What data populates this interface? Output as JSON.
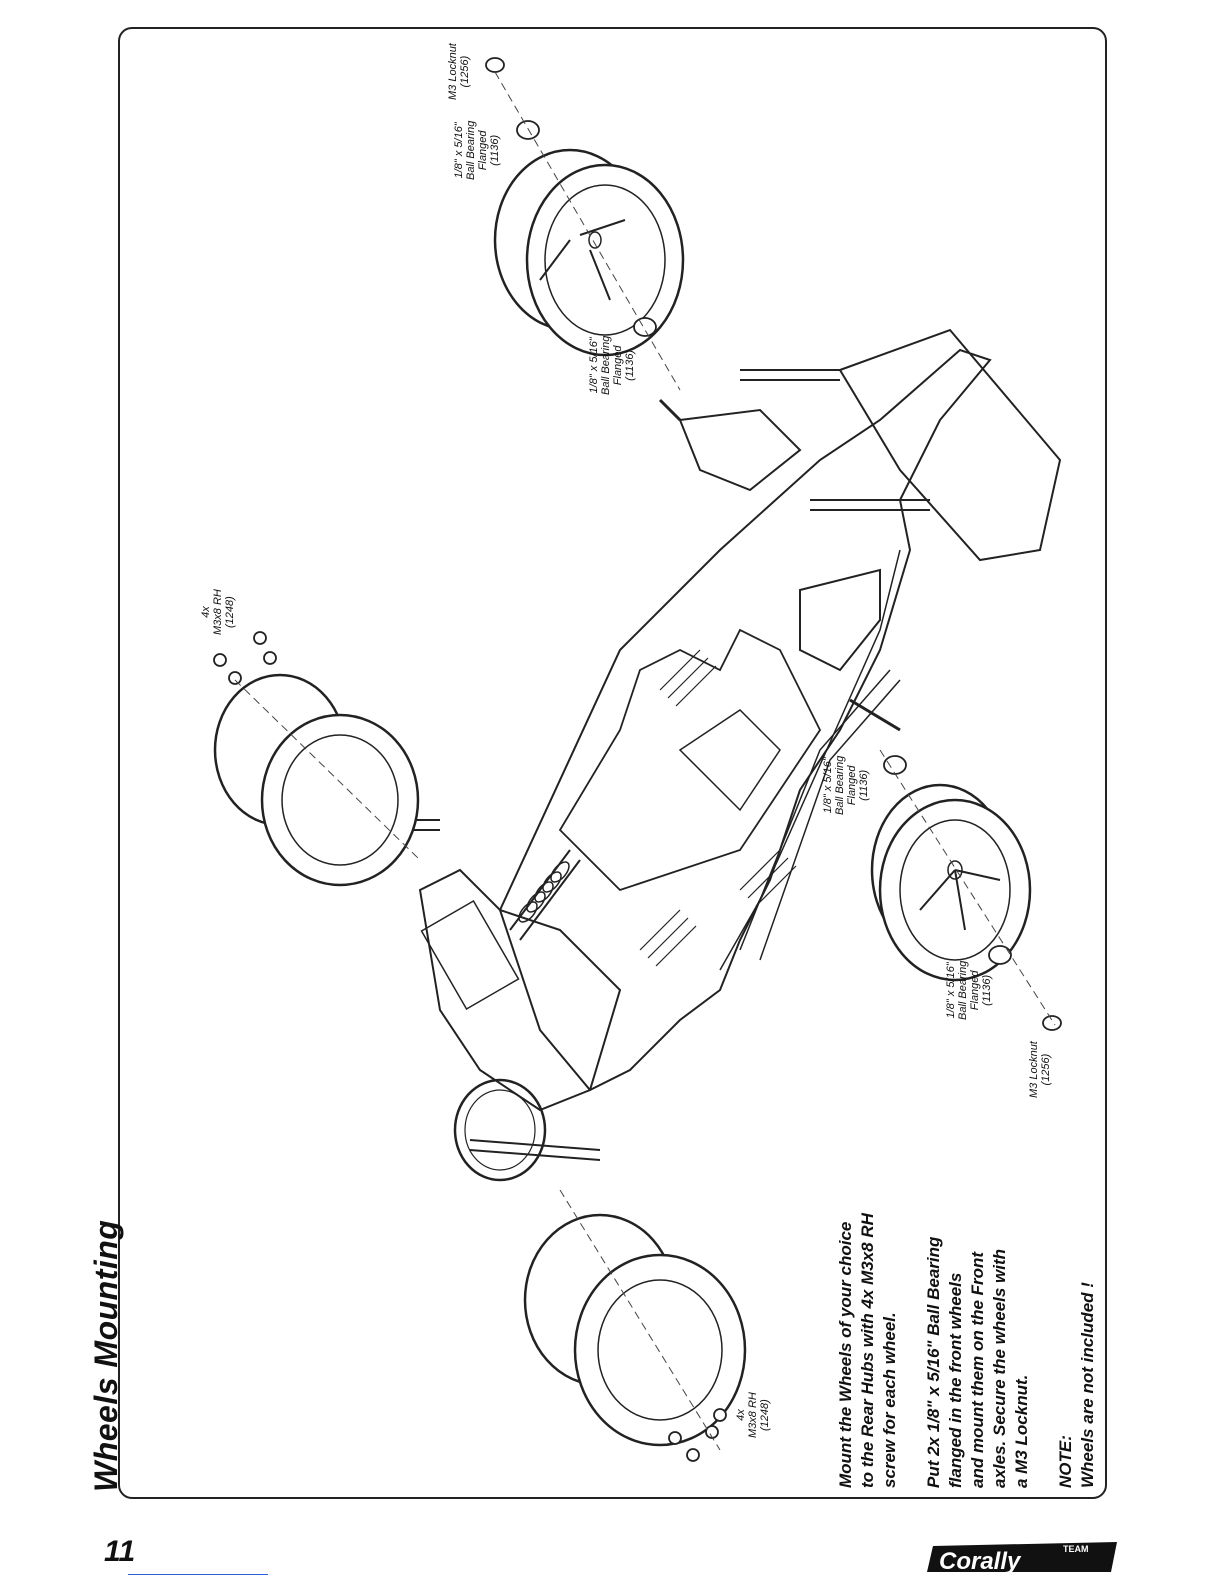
{
  "page": {
    "title": "Wheels Mounting",
    "page_number": "11"
  },
  "instructions": {
    "para1": [
      "Mount the Wheels of your choice",
      "to the Rear Hubs with 4x M3x8 RH",
      "screw for each wheel."
    ],
    "para2": [
      "Put 2x 1/8\" x 5/16\" Ball Bearing",
      "flanged in the front wheels",
      "and mount them on the Front",
      "axles. Secure the wheels with",
      "a M3 Locknut."
    ],
    "note_label": "NOTE:",
    "note_text": "Wheels are not included !"
  },
  "callouts": {
    "locknut_top": [
      "M3 Locknut",
      "(1256)"
    ],
    "bearing_top_outer": [
      "1/8\" x 5/16\"",
      "Ball Bearing",
      "Flanged",
      "(1136)"
    ],
    "bearing_top_inner": [
      "1/8\" x 5/16\"",
      "Ball Bearing",
      "Flanged",
      "(1136)"
    ],
    "screws_upper": [
      "4x",
      "M3x8 RH",
      "(1248)"
    ],
    "bearing_bottom_inner": [
      "1/8\" x 5/16\"",
      "Ball Bearing",
      "Flanged",
      "(1136)"
    ],
    "bearing_bottom_outer": [
      "1/8\" x 5/16\"",
      "Ball Bearing",
      "Flanged",
      "(1136)"
    ],
    "locknut_bottom": [
      "M3 Locknut",
      "(1256)"
    ],
    "screws_lower": [
      "4x",
      "M3x8 RH",
      "(1248)"
    ]
  },
  "logo": {
    "top": "TEAM",
    "main": "Corally"
  }
}
